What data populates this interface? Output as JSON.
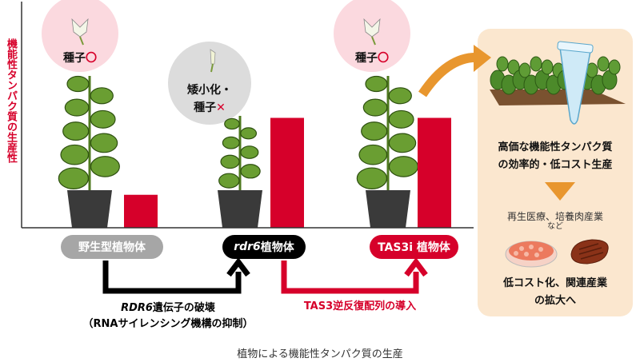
{
  "y_axis_label": "機能性タンパク質の生産性",
  "plants": [
    {
      "name": "野生型植物体",
      "bubble_line1": "種子",
      "bubble_mark": "〇",
      "bubble_line2": "",
      "productivity_fraction": 0.15,
      "pill_color": "#a6a6a6"
    },
    {
      "name_italic": "rdr6",
      "name": "植物体",
      "bubble_line1": "矮小化・",
      "bubble_line2": "種子",
      "bubble_mark": "✕",
      "productivity_fraction": 0.5,
      "pill_color": "#000000"
    },
    {
      "name": "TAS3i 植物体",
      "bubble_line1": "種子",
      "bubble_mark": "〇",
      "bubble_line2": "",
      "productivity_fraction": 0.5,
      "pill_color": "#d6002a"
    }
  ],
  "steps": {
    "black_italic": "RDR6",
    "black_line1": "遺伝子の破壊",
    "black_line2": "（RNAサイレンシング機構の抑制）",
    "red_line": "TAS3逆反復配列の導入"
  },
  "panel": {
    "line1": "高価な機能性タンパク質",
    "line2": "の効率的・低コスト生産",
    "apps": "再生医療、培養肉産業",
    "apps_suffix": "など",
    "result1": "低コスト化、関連産業",
    "result2": "の拡大へ"
  },
  "caption": "植物による機能性タンパク質の生産",
  "colors": {
    "red": "#d6002a",
    "orange": "#e8962e",
    "panel_bg": "#fbe7cf",
    "pink": "#fbd9df",
    "gray_bubble": "#dcdcdc"
  }
}
